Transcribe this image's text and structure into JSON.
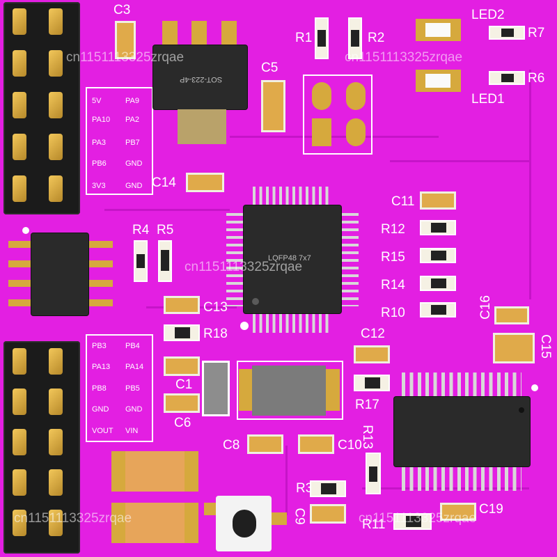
{
  "labels": {
    "c3": "C3",
    "c5": "C5",
    "c14": "C14",
    "c11": "C11",
    "c13": "C13",
    "c12": "C12",
    "c16": "C16",
    "c15": "C15",
    "c1": "C1",
    "c6": "C6",
    "c8": "C8",
    "c10": "C10",
    "c19": "C19",
    "c9": "C9",
    "r1": "R1",
    "r2": "R2",
    "r7": "R7",
    "r6": "R6",
    "r4": "R4",
    "r5": "R5",
    "r12": "R12",
    "r15": "R15",
    "r14": "R14",
    "r10": "R10",
    "r18": "R18",
    "r17": "R17",
    "r13": "R13",
    "r3": "R3",
    "r11": "R11",
    "led1": "LED1",
    "led2": "LED2"
  },
  "chips": {
    "mcu": "LQFP48 7x7",
    "regulator": "SOT-223-4P"
  },
  "header_top": {
    "rows": [
      [
        "5V",
        "PA9"
      ],
      [
        "PA10",
        "PA2"
      ],
      [
        "PA3",
        "PB7"
      ],
      [
        "PB6",
        "GND"
      ],
      [
        "3V3",
        "GND"
      ]
    ]
  },
  "header_bottom": {
    "rows": [
      [
        "PB3",
        "PB4"
      ],
      [
        "PA13",
        "PA14"
      ],
      [
        "PB8",
        "PB5"
      ],
      [
        "GND",
        "GND"
      ],
      [
        "VOUT",
        "VIN"
      ]
    ]
  },
  "watermarks": [
    "cn1151113325zrqae",
    "cn1151113325zrqae",
    "cn1151113325zrqae",
    "cn1151113325zrqae",
    "cn1151113325zrqae"
  ],
  "colors": {
    "board": "#e31fe2",
    "silkscreen": "#ffffff",
    "pad": "#d6a93d",
    "chip": "#2a2a2a"
  }
}
